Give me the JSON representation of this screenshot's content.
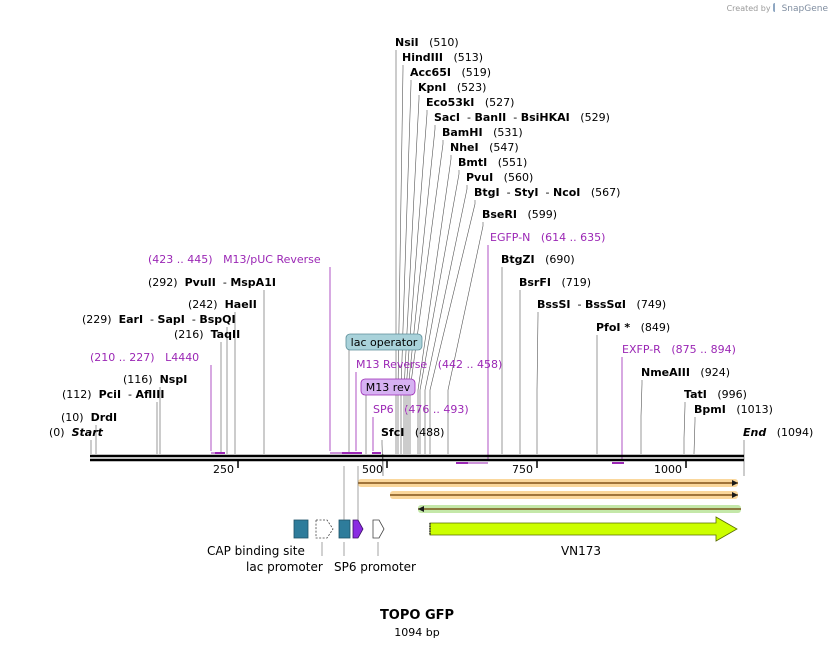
{
  "credit": {
    "prefix": "Created by",
    "brand": "SnapGene"
  },
  "map": {
    "name": "TOPO GFP",
    "length_text": "1094 bp",
    "length": 1094
  },
  "ticks": [
    "250",
    "500",
    "750",
    "1000"
  ],
  "enzymes": [
    {
      "parts": [
        "NsiI"
      ],
      "pos": "(510)"
    },
    {
      "parts": [
        "HindIII"
      ],
      "pos": "(513)"
    },
    {
      "parts": [
        "Acc65I"
      ],
      "pos": "(519)"
    },
    {
      "parts": [
        "KpnI"
      ],
      "pos": "(523)"
    },
    {
      "parts": [
        "Eco53kI"
      ],
      "pos": "(527)"
    },
    {
      "parts": [
        "SacI",
        "BanII",
        "BsiHKAI"
      ],
      "pos": "(529)"
    },
    {
      "parts": [
        "BamHI"
      ],
      "pos": "(531)"
    },
    {
      "parts": [
        "NheI"
      ],
      "pos": "(547)"
    },
    {
      "parts": [
        "BmtI"
      ],
      "pos": "(551)"
    },
    {
      "parts": [
        "PvuI"
      ],
      "pos": "(560)"
    },
    {
      "parts": [
        "BtgI",
        "StyI",
        "NcoI"
      ],
      "pos": "(567)"
    },
    {
      "parts": [
        "BseRI"
      ],
      "pos": "(599)"
    },
    {
      "parts": [
        "BtgZI"
      ],
      "pos": "(690)"
    },
    {
      "parts": [
        "BsrFI"
      ],
      "pos": "(719)"
    },
    {
      "parts": [
        "BssSI",
        "BssSαI"
      ],
      "pos": "(749)"
    },
    {
      "parts": [
        "PfoI *"
      ],
      "pos": "(849)"
    },
    {
      "parts": [
        "NmeAIII"
      ],
      "pos": "(924)"
    },
    {
      "parts": [
        "TatI"
      ],
      "pos": "(996)"
    },
    {
      "parts": [
        "BpmI"
      ],
      "pos": "(1013)"
    },
    {
      "parts": [
        "End"
      ],
      "pos": "(1094)",
      "italic": true
    },
    {
      "parts": [
        "PvuII",
        "MspA1I"
      ],
      "pos": "(292)"
    },
    {
      "parts": [
        "HaeII"
      ],
      "pos": "(242)"
    },
    {
      "parts": [
        "EarI",
        "SapI",
        "BspQI"
      ],
      "pos": "(229)"
    },
    {
      "parts": [
        "TaqII"
      ],
      "pos": "(216)"
    },
    {
      "parts": [
        "NspI"
      ],
      "pos": "(116)"
    },
    {
      "parts": [
        "PciI",
        "AflIII"
      ],
      "pos": "(112)"
    },
    {
      "parts": [
        "DrdI"
      ],
      "pos": "(10)"
    },
    {
      "parts": [
        "Start"
      ],
      "pos": "(0)",
      "italic": true
    },
    {
      "parts": [
        "SfcI"
      ],
      "pos": "(488)"
    }
  ],
  "primers": [
    {
      "name": "M13/pUC Reverse",
      "range": "(423 .. 445)"
    },
    {
      "name": "L4440",
      "range": "(210 .. 227)"
    },
    {
      "name": "M13 Reverse",
      "range": "(442 .. 458)"
    },
    {
      "name": "SP6",
      "range": "(476 .. 493)"
    },
    {
      "name": "EGFP-N",
      "range": "(614 .. 635)"
    },
    {
      "name": "EXFP-R",
      "range": "(875 .. 894)"
    }
  ],
  "boxed_labels": [
    {
      "text": "lac operator",
      "color": "#a9d2da"
    },
    {
      "text": "M13 rev",
      "color": "#d6b2f2"
    }
  ],
  "features": [
    {
      "label": "CAP binding site"
    },
    {
      "label": "lac promoter"
    },
    {
      "label": "SP6 promoter"
    },
    {
      "label": "VN173"
    }
  ],
  "colors": {
    "primer": "#9b27b5",
    "cap": "#2e7c9b",
    "lac_operator": "#2e7c9b",
    "m13rev": "#8a2be2",
    "vn173": "#ccff00",
    "orf": "#f5a623",
    "orf_rev": "#7ccc41"
  }
}
